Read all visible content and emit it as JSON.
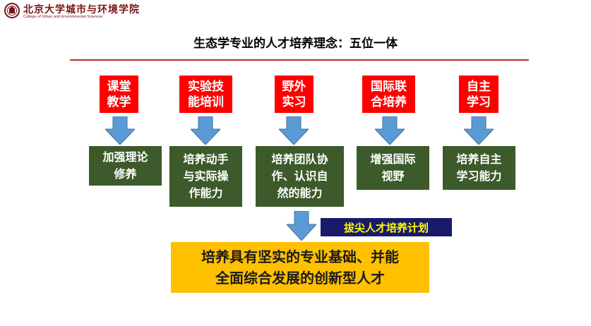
{
  "header": {
    "university_cn": "北京大学城市与环境学院",
    "university_en": "College of Urban and Environmental Sciences"
  },
  "slide": {
    "title": "生态学专业的人才培养理念：五位一体"
  },
  "columns": [
    {
      "top": "课堂\n教学",
      "bottom": "加强理论\n修养"
    },
    {
      "top": "实验技\n能培训",
      "bottom": "培养动手\n与实际操\n作能力"
    },
    {
      "top": "野外\n实习",
      "bottom": "培养团队协\n作、认识自\n然的能力"
    },
    {
      "top": "国际联\n合培养",
      "bottom": "增强国际\n视野"
    },
    {
      "top": "自主\n学习",
      "bottom": "培养自主\n学习能力"
    }
  ],
  "program_label": "拔尖人才培养计划",
  "goal_text": "培养具有坚实的专业基础、并能\n全面综合发展的创新型人才",
  "colors": {
    "red_box": "#ff0000",
    "green_box": "#3c5a2a",
    "arrow": "#5b9bd5",
    "yellow_box": "#ffc000",
    "purple_box": "#1a1a6a",
    "title_rule": "#c0282c"
  }
}
